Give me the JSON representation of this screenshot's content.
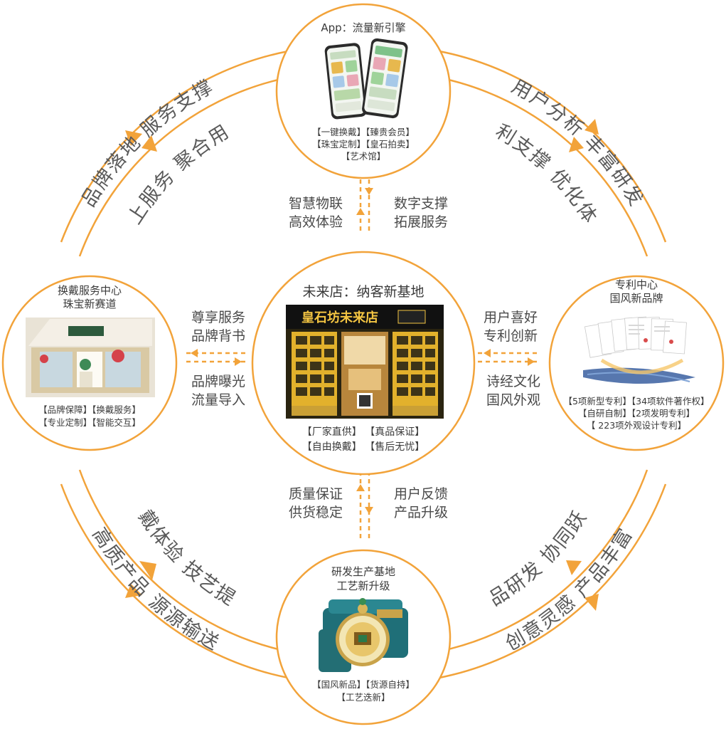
{
  "colors": {
    "accent": "#f2a33a",
    "text": "#4a4a4a",
    "node_border": "#f2a33a"
  },
  "nodes": {
    "top": {
      "title": "App：流量新引擎",
      "lines": [
        "【一键换戴】【臻贵会员】",
        "【珠宝定制】【皇石拍卖】",
        "【艺术馆】"
      ]
    },
    "left": {
      "title_lines": [
        "换戴服务中心",
        "珠宝新赛道"
      ],
      "lines": [
        "【品牌保障】【换戴服务】",
        "【专业定制】【智能交互】"
      ]
    },
    "right": {
      "title_lines": [
        "专利中心",
        "国风新品牌"
      ],
      "lines": [
        "【5项新型专利】【34项软件著作权】",
        "【自研自制】【2项发明专利】",
        "【 223项外观设计专利】"
      ]
    },
    "bottom": {
      "title_lines": [
        "研发生产基地",
        "工艺新升级"
      ],
      "lines": [
        "【国风新品】【货源自持】",
        "【工艺迭新】"
      ]
    },
    "center": {
      "title": "未来店：纳客新基地",
      "store_sign": "皇石坊未来店",
      "lines": [
        "【厂家直供】 【真品保证】",
        "【自由换戴】 【售后无忧】"
      ]
    }
  },
  "connectors": {
    "top_left": [
      "智慧物联",
      "高效体验"
    ],
    "top_right": [
      "数字支撑",
      "拓展服务"
    ],
    "left_top": [
      "尊享服务",
      "品牌背书"
    ],
    "left_bottom": [
      "品牌曝光",
      "流量导入"
    ],
    "right_top": [
      "用户喜好",
      "专利创新"
    ],
    "right_bottom": [
      "诗经文化",
      "国风外观"
    ],
    "bottom_left": [
      "质量保证",
      "供货稳定"
    ],
    "bottom_right": [
      "用户反馈",
      "产品升级"
    ]
  },
  "arcs": {
    "tl_outer": "品牌落地 服务支撑",
    "tl_inner": "线上服务 聚合用户",
    "tr_outer": "用户分析 丰富研发",
    "tr_inner": "专利支撑 优化体验",
    "bl_outer": "高质产品 源源输送",
    "bl_inner": "佩戴体验 技艺提升",
    "br_outer": "创意灵感 产品丰富",
    "br_inner": "产品研发 协同跃能"
  }
}
